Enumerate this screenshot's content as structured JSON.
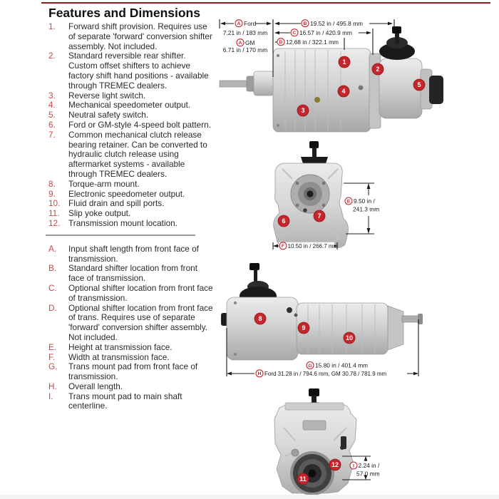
{
  "title": "Features and Dimensions",
  "features": [
    {
      "num": "1.",
      "text": "Forward shift provision. Requires use of separate 'forward' conversion shifter assembly. Not included."
    },
    {
      "num": "2.",
      "text": "Standard reversible rear shifter. Custom offset shifters to achieve factory shift hand positions - available through TREMEC dealers."
    },
    {
      "num": "3.",
      "text": "Reverse light switch."
    },
    {
      "num": "4.",
      "text": "Mechanical speedometer output."
    },
    {
      "num": "5.",
      "text": "Neutral safety switch."
    },
    {
      "num": "6.",
      "text": "Ford or GM-style 4-speed bolt pattern."
    },
    {
      "num": "7.",
      "text": "Common mechanical clutch release bearing retainer. Can be converted to hydraulic clutch release using aftermarket systems - available through TREMEC dealers."
    },
    {
      "num": "8.",
      "text": "Torque-arm mount."
    },
    {
      "num": "9.",
      "text": "Electronic speedometer output."
    },
    {
      "num": "10.",
      "text": "Fluid drain and spill ports."
    },
    {
      "num": "11.",
      "text": "Slip yoke output."
    },
    {
      "num": "12.",
      "text": "Transmission mount location."
    }
  ],
  "dim_legend": [
    {
      "letter": "A.",
      "text": "Input shaft length from front face of transmission."
    },
    {
      "letter": "B.",
      "text": "Standard shifter location from front face of transmission."
    },
    {
      "letter": "C.",
      "text": "Optional shifter location from front face of transmission."
    },
    {
      "letter": "D.",
      "text": "Optional shifter location from front face of trans. Requires use of separate 'forward' conversion shifter assembly. Not included."
    },
    {
      "letter": "E.",
      "text": "Height at transmission face."
    },
    {
      "letter": "F.",
      "text": "Width at transmission face."
    },
    {
      "letter": "G.",
      "text": "Trans mount pad from front face of transmission."
    },
    {
      "letter": "H.",
      "text": "Overall length."
    },
    {
      "letter": "I.",
      "text": "Trans mount pad to main shaft centerline."
    }
  ],
  "diagram_top": {
    "a_letter": "A",
    "a_ford_label": "Ford",
    "a_ford_value": "7.21 in / 183 mm",
    "a_gm_label": "GM",
    "a_gm_value": "6.71 in / 170 mm",
    "b_letter": "B",
    "b_value": "19.52 in / 495.8 mm",
    "c_letter": "C",
    "c_value": "16.57 in / 420.9 mm",
    "d_letter": "D",
    "d_value": "12.68 in / 322.1 mm",
    "badges": [
      "1",
      "2",
      "3",
      "4",
      "5"
    ]
  },
  "diagram_front": {
    "e_letter": "E",
    "e_value_line1": "9.50 in /",
    "e_value_line2": "241.3 mm",
    "f_letter": "F",
    "f_value": "10.50 in / 266.7 mm",
    "badges": [
      "6",
      "7"
    ]
  },
  "diagram_side": {
    "g_letter": "G",
    "g_value": "15.80 in / 401.4 mm",
    "h_letter": "H",
    "h_value": "Ford 31.28 in / 794.6 mm, GM 30.78 / 781.9 mm",
    "badges": [
      "8",
      "9",
      "10"
    ]
  },
  "diagram_rear": {
    "i_letter": "I",
    "i_value_line1": "2.24 in /",
    "i_value_line2": "57.0 mm",
    "badges": [
      "11",
      "12"
    ]
  },
  "colors": {
    "accent_red": "#c5262c",
    "list_red": "#cf4444",
    "rule_maroon": "#8e2023",
    "text": "#2a2a2a"
  }
}
